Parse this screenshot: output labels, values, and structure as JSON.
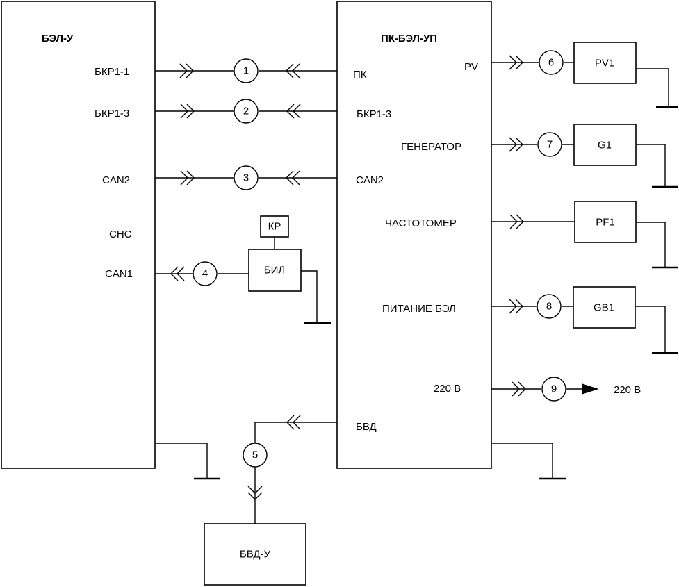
{
  "blocks": {
    "bel_u": "БЭЛ-У",
    "pk_bel_up": "ПК-БЭЛ-УП",
    "bvd_u": "БВД-У",
    "bil": "БИЛ",
    "kr": "КР",
    "pv1": "PV1",
    "g1": "G1",
    "pf1": "PF1",
    "gb1": "GB1"
  },
  "left_ports": {
    "bkr1_1": "БКР1-1",
    "bkr1_3": "БКР1-3",
    "can2": "CAN2",
    "sns": "СНС",
    "can1": "CAN1"
  },
  "center_ports_left": {
    "pk": "ПК",
    "bkr1_3": "БКР1-3",
    "can2": "CAN2",
    "bvd": "БВД"
  },
  "center_ports_right": {
    "pv": "PV",
    "generator": "ГЕНЕРАТОР",
    "freq": "ЧАСТОТОМЕР",
    "power": "ПИТАНИЕ БЭЛ",
    "v220": "220 В"
  },
  "external_220": "220 В",
  "cables": {
    "c1": "1",
    "c2": "2",
    "c3": "3",
    "c4": "4",
    "c5": "5",
    "c6": "6",
    "c7": "7",
    "c8": "8",
    "c9": "9"
  }
}
